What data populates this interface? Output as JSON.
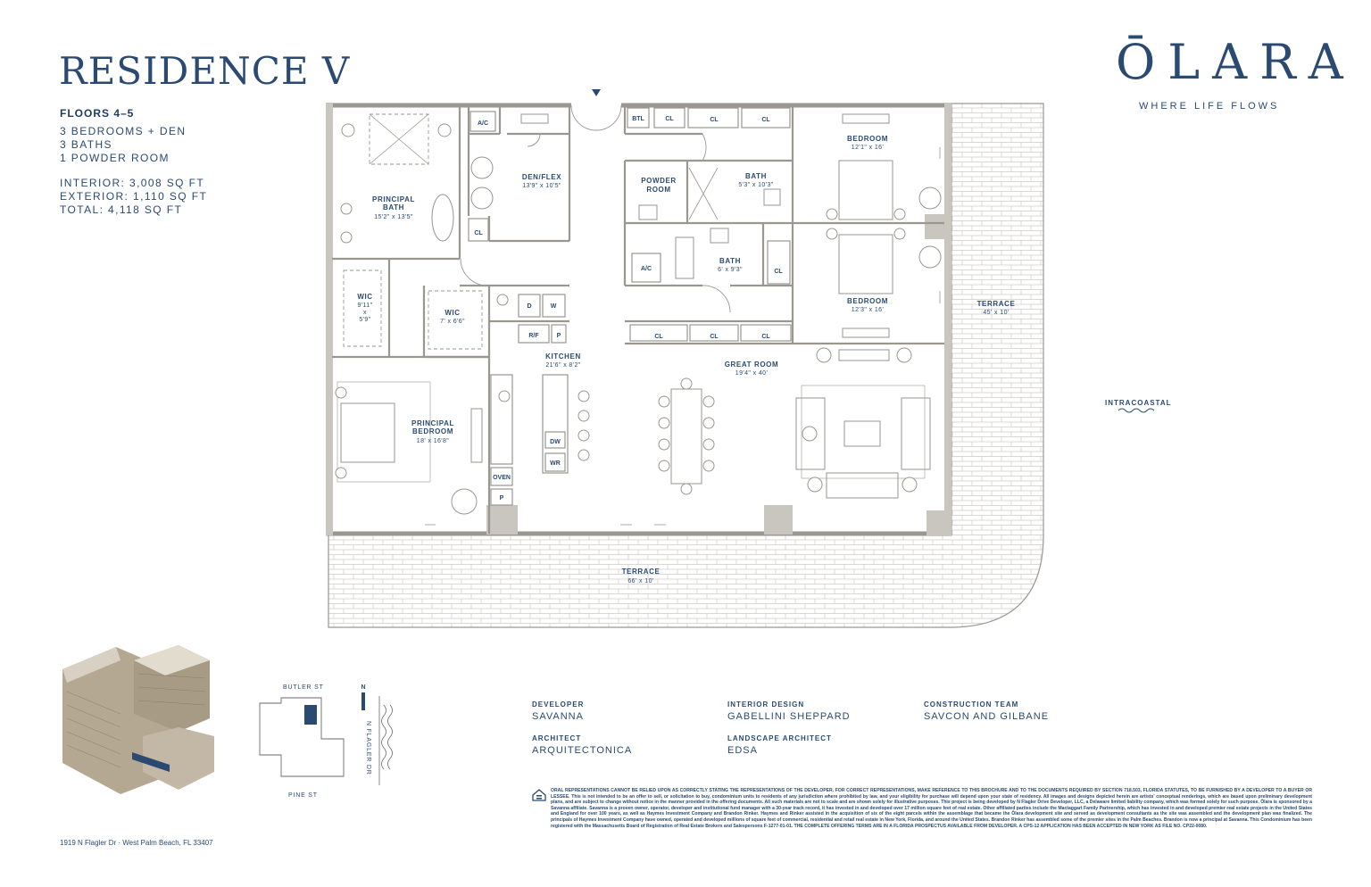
{
  "header": {
    "title": "RESIDENCE V",
    "floors": "FLOORS 4–5",
    "specs": [
      "3 BEDROOMS + DEN",
      "3 BATHS",
      "1 POWDER ROOM"
    ],
    "area": [
      "INTERIOR: 3,008 SQ FT",
      "EXTERIOR: 1,110 SQ FT",
      "TOTAL: 4,118 SQ FT"
    ]
  },
  "brand": {
    "name": "ŌLARA",
    "tagline": "WHERE LIFE FLOWS"
  },
  "plan": {
    "rooms": {
      "principal_bath": {
        "name": "PRINCIPAL\nBATH",
        "dim": "15'2\" x 13'5\""
      },
      "den": {
        "name": "DEN/FLEX",
        "dim": "13'9\" x 10'5\""
      },
      "powder": {
        "name": "POWDER\nROOM"
      },
      "bath1": {
        "name": "BATH",
        "dim": "5'3\" x 10'3\""
      },
      "bath2": {
        "name": "BATH",
        "dim": "6' x 9'3\""
      },
      "bedroom1": {
        "name": "BEDROOM",
        "dim": "12'1\" x 16'"
      },
      "bedroom2": {
        "name": "BEDROOM",
        "dim": "12'3\" x 16'"
      },
      "wic1": {
        "name": "WIC",
        "dim": "9'11\"\nx\n5'9\""
      },
      "wic2": {
        "name": "WIC",
        "dim": "7' x 6'6\""
      },
      "kitchen": {
        "name": "KITCHEN",
        "dim": "21'6\" x 8'2\""
      },
      "great_room": {
        "name": "GREAT ROOM",
        "dim": "19'4\" x 40'"
      },
      "principal_bedroom": {
        "name": "PRINCIPAL\nBEDROOM",
        "dim": "18' x 16'8\""
      },
      "terrace_side": {
        "name": "TERRACE",
        "dim": "45' x 10'"
      },
      "terrace_bottom": {
        "name": "TERRACE",
        "dim": "66' x 10'"
      }
    },
    "fixtures": {
      "ac": "A/C",
      "cl": "CL",
      "btl": "BTL",
      "d": "D",
      "w": "W",
      "rf": "R/F",
      "p": "P",
      "dw": "DW",
      "wr": "WR",
      "oven": "OVEN"
    },
    "intracoastal": "INTRACOASTAL"
  },
  "map": {
    "north": "N",
    "butler": "BUTLER ST",
    "pine": "PINE ST",
    "flagler": "N FLAGLER DR"
  },
  "credits": {
    "developer": {
      "label": "DEVELOPER",
      "value": "SAVANNA"
    },
    "interior": {
      "label": "INTERIOR DESIGN",
      "value": "GABELLINI SHEPPARD"
    },
    "construction": {
      "label": "CONSTRUCTION TEAM",
      "value": "SAVCON AND GILBANE"
    },
    "architect": {
      "label": "ARCHITECT",
      "value": "ARQUITECTONICA"
    },
    "landscape": {
      "label": "LANDSCAPE ARCHITECT",
      "value": "EDSA"
    }
  },
  "address": "1919 N Flagler Dr  ·  West Palm Beach, FL 33407",
  "disclaimer": "ORAL REPRESENTATIONS CANNOT BE RELIED UPON AS CORRECTLY STATING THE REPRESENTATIONS OF THE DEVELOPER. FOR CORRECT REPRESENTATIONS, MAKE REFERENCE TO THIS BROCHURE AND TO THE DOCUMENTS REQUIRED BY SECTION 718.503, FLORIDA STATUTES, TO BE FURNISHED BY A DEVELOPER TO A BUYER OR LESSEE. This is not intended to be an offer to sell, or solicitation to buy, condominium units to residents of any jurisdiction where prohibited by law, and your eligibility for purchase will depend upon your state of residency. All images and designs depicted herein are artists' conceptual renderings, which are based upon preliminary development plans, and are subject to change without notice in the manner provided in the offering documents. All such materials are not to scale and are shown solely for illustrative purposes. This project is being developed by N Flagler Drive Developer, LLC, a Delaware limited liability company, which was formed solely for such purpose. Ōlara is sponsored by a Savanna affiliate. Savanna is a proven owner, operator, developer and institutional fund manager with a 30-year track record, it has invested in and developed over 17 million square feet of real estate. Other affiliated parties include the Mactaggart Family Partnership, which has invested in and developed premier real estate projects in the United States and England for over 100 years, as well as Haymes Investment Company and Brandon Rinker. Haymes and Rinker assisted in the acquisition of six of the eight parcels within the assemblage that became the Ōlara development site and served as development consultants as the site was assembled and the development plan was finalized. The principals of Haymes Investment Company have owned, operated and developed millions of square feet of commercial, residential and retail real estate in New York, Florida, and around the United States. Brandon Rinker has assembled some of the premier sites in the Palm Beaches. Brandon is now a principal at Savanna. This Condominium has been registered with the Massachusetts Board of Registration of Real Estate Brokers and Salespersons F-1277-01-01. THE COMPLETE OFFERING TERMS ARE IN A FLORIDA PROSPECTUS AVAILABLE FROM DEVELOPER. A CPS-12 APPLICATION HAS BEEN ACCEPTED IN NEW YORK AS FILE NO. CP22-0080.",
  "colors": {
    "navy": "#2a4a72",
    "wall": "#9a9690",
    "wall_fill": "#c9c6c0",
    "building": "#a89b86"
  }
}
